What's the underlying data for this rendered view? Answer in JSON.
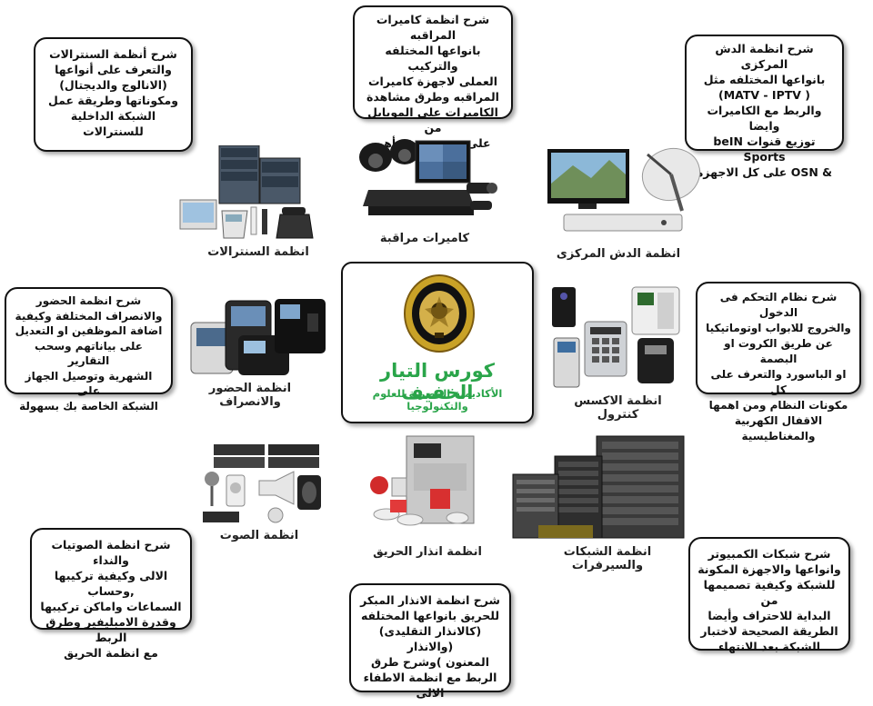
{
  "center": {
    "title": "كورس التيار الخفيف",
    "subtitle": "الأكاديمية المصرية للعلوم والتكنولوجيا"
  },
  "labels": {
    "cameras": "كاميرات مراقبة",
    "pbx": "انظمة السنترالات",
    "dish": "انظمة الدش المركزى",
    "attendance": "انظمة الحضور والانصراف",
    "access": "انظمة الاكسس كنترول",
    "sound": "انظمة الصوت",
    "fire": "انظمة انذار الحريق",
    "networks": "انظمة الشبكات والسيرفرات"
  },
  "boxes": {
    "cameras": "شرح انظمة كاميرات المراقبه\nبانواعها المختلفه والتركيب\nالعملى لاجهزة كاميرات\nالمراقبه وطرق مشاهدة\nالكاميرات على الموبايل من\nعلى بعد ومعرفة أهم اعطال",
    "pbx": "شرح أنظمة السنترالات\nوالتعرف على أنواعها\n(الانالوج والديجتال)\nومكوناتها وطريقة عمل\nالشبكة الداخلية للسنترالات",
    "dish": "شرح انظمة الدش المركزى\nبانواعها المختلفه مثل\n( MATV - IPTV)\nوالربط مع الكاميرات وايضا\nتوزيع قنوات beIN Sports\n& OSN على كل الاجهزة",
    "attendance": "شرح انظمة الحضور\nوالانصراف المختلفة وكيفية\nاضافة الموظفين او التعديل\nعلى بياناتهم وسحب التقارير\nالشهرية وتوصيل الجهاز على\nالشبكة الخاصة بك بسهولة",
    "access": "شرح نظام التحكم فى الدخول\nوالخروج للابواب اوتوماتيكيا\nعن طريق الكروت او البصمة\nاو الباسورد والتعرف على كل\nمكونات النظام ومن اهمها\nالاقفال الكهربية والمغناطيسية",
    "sound": "شرح انظمة الصوتيات والنداء\nالالى وكيفية تركيبها ,وحساب\nالسماعات واماكن تركيبها\nوقدرة الامبليفير وطرق الربط\nمع انظمة الحريق",
    "fire": "شرح انظمة الانذار المبكر\nللحريق بانواعها المختلفه\n(كالانذار التقليدى) (والانذار\nالمعنون )وشرح طرق\nالربط مع انظمة الاطفاء الالى",
    "networks": "شرح شبكات الكمبيوتر\nوانواعها والاجهزة المكونة\nللشبكة وكيفية تصميمها من\nالبداية للاحتراف وأيضا\nالطريقة الصحيحة لاختبار\nالشبكة بعد الانتهاء"
  },
  "colors": {
    "accent": "#2aa54a",
    "border": "#111111"
  }
}
